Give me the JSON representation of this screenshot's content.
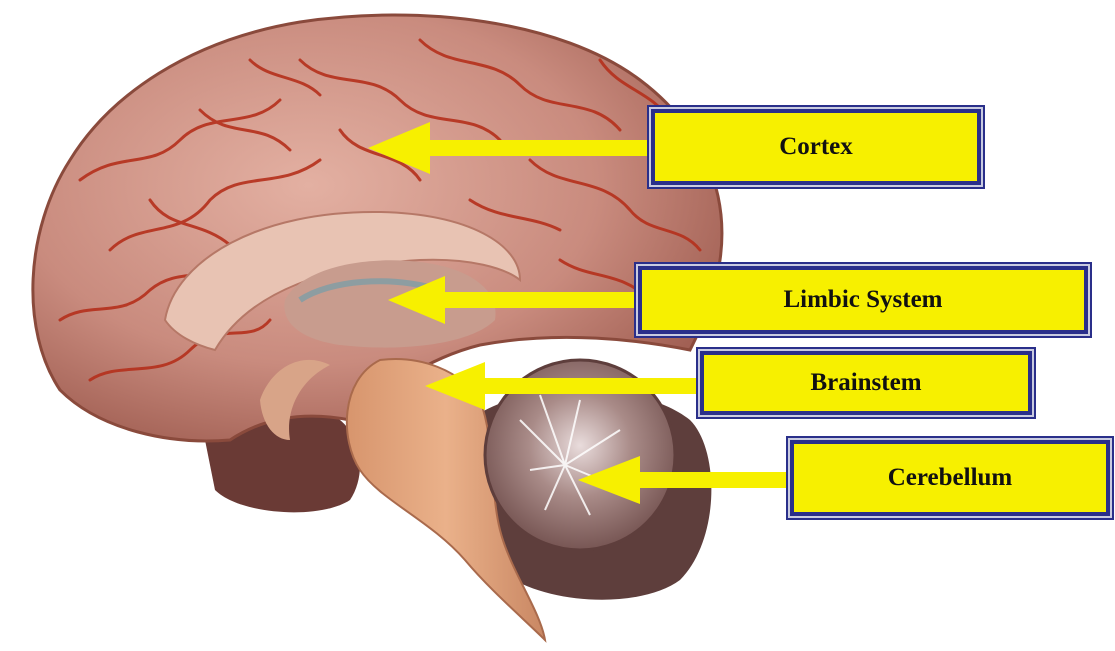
{
  "labels": {
    "cortex": "Cortex",
    "limbic": "Limbic System",
    "brainstem": "Brainstem",
    "cerebellum": "Cerebellum"
  },
  "colors": {
    "label_fill": "#f7f000",
    "label_border": "#2a2f8a",
    "arrow": "#f7f000",
    "cortex_tissue": "#c98b7e",
    "vessel": "#b5301c",
    "brainstem": "#e0a27a",
    "cerebellum": "#9a7a78"
  },
  "icons": {
    "brain": "brain-sagittal-section-illustration",
    "arrow": "left-pointing-arrow"
  }
}
